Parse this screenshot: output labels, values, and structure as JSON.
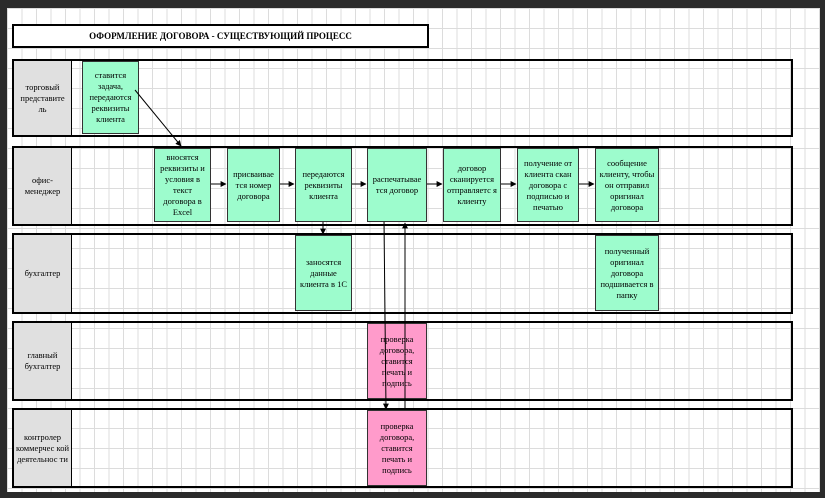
{
  "title": "ОФОРМЛЕНИЕ ДОГОВОРА - СУЩЕСТВУЮЩИЙ ПРОЦЕСС",
  "lanes": [
    {
      "id": "trade",
      "label": "торговый представите ль"
    },
    {
      "id": "office",
      "label": "офис-менеджер"
    },
    {
      "id": "accountant",
      "label": "бухгалтер"
    },
    {
      "id": "chief",
      "label": "главный бухгалтер"
    },
    {
      "id": "controller",
      "label": "контролер коммерчес кой деятельнос ти"
    }
  ],
  "steps": {
    "s1": "ставится задача, передаются реквизиты клиента",
    "s2": "вносятся реквизиты и условия в текст договора в Excel",
    "s3": "присваивае тся номер договора",
    "s4": "передаются реквизиты клиента",
    "s5": "распечатывае тся договор",
    "s6": "договор сканируется отправляетс я клиенту",
    "s7": "получение от клиента скан договора с подписью и печатью",
    "s8": "сообщение клиенту, чтобы он отправил оригинал договора",
    "s9": "заносятся данные клиента в 1С",
    "s10": "полученный оригинал договора подшивается в папку",
    "s11": "проверка договора, ставится печать и подпись",
    "s12": "проверка договора, ставится печать и подпись"
  },
  "colors": {
    "green": "#9dfccd",
    "pink": "#ff9bcb"
  }
}
